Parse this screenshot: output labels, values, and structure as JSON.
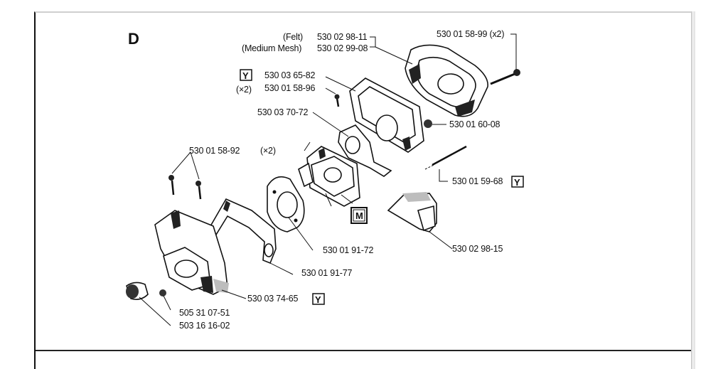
{
  "section_letter": "D",
  "labels": {
    "felt_note": "(Felt)",
    "mesh_note": "(Medium Mesh)",
    "felt_part": "530 02 98-11",
    "mesh_part": "530 02 99-08",
    "cover_part": "530 01 58-99 (x2)",
    "gasket_part": "530 03 65-82",
    "screw_qty": "(×2)",
    "screw_part": "530 01 58-96",
    "plate_part": "530 03 70-72",
    "nut_part": "530 01 60-08",
    "side_screw_part": "530 01 58-92",
    "side_screw_qty": "(×2)",
    "stud_part": "530 01 59-68",
    "slide_part": "530 02 98-15",
    "insulator_part": "530 01 91-72",
    "bracket_part": "530 01 91-77",
    "housing_part": "530 03 74-65",
    "pin_part": "505 31 07-51",
    "bushing_part": "503 16 16-02"
  },
  "badges": {
    "y": "Y",
    "m": "M"
  }
}
